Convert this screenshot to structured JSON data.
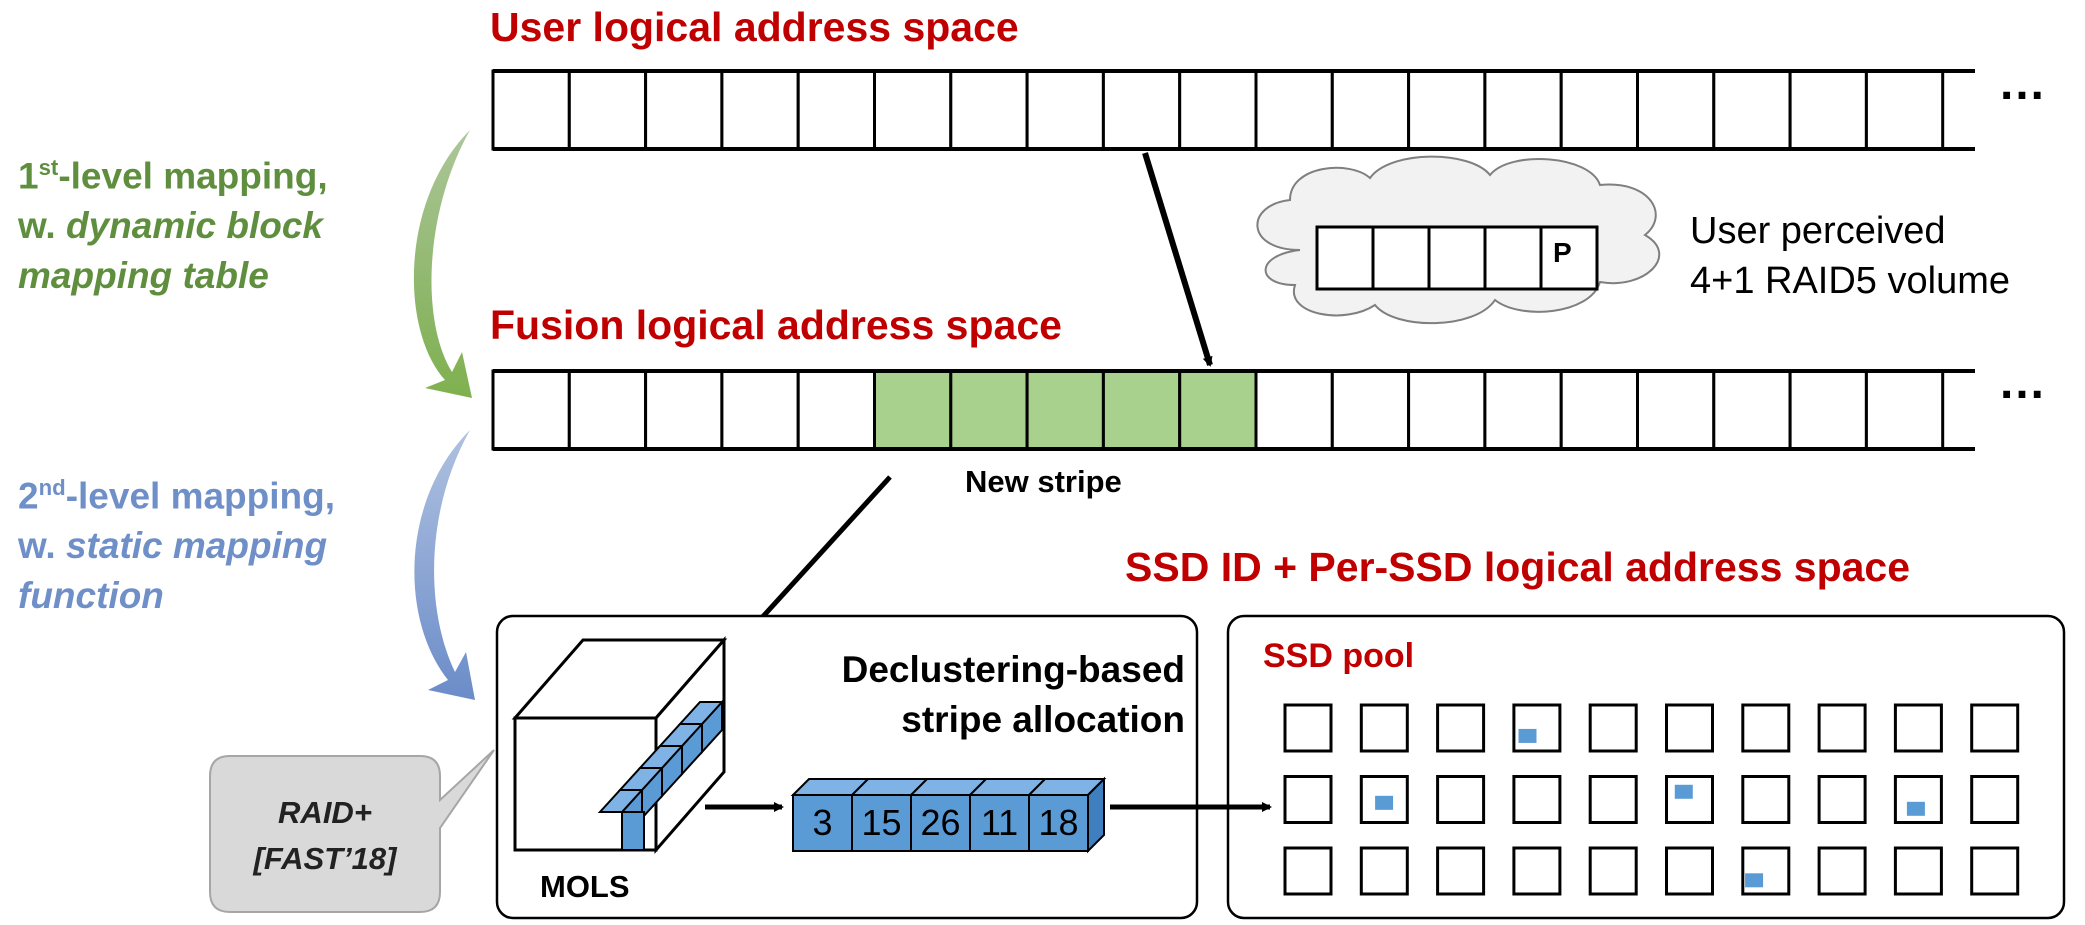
{
  "user_space": {
    "title": "User logical address space",
    "more": "…"
  },
  "fusion_space": {
    "title": "Fusion logical address space",
    "more": "…",
    "stripe_label": "New stripe"
  },
  "mapping1": {
    "prefix": "1",
    "sup": "st",
    "line1_rest": "-level mapping,",
    "line2_plain": "w. ",
    "line2_italic": "dynamic block",
    "line3": "mapping table",
    "color": "#6a9a47"
  },
  "mapping2": {
    "prefix": "2",
    "sup": "nd",
    "line1_rest": "-level mapping,",
    "line2_plain": "w. ",
    "line2_italic": "static mapping",
    "line3": "function",
    "color": "#6f8fc8"
  },
  "cloud": {
    "parity_label": "P",
    "caption_line1": "User perceived",
    "caption_line2": "4+1 RAID5 volume"
  },
  "ssd_header": "SSD ID + Per-SSD logical address space",
  "left_panel": {
    "title_line1": "Declustering-based",
    "title_line2": "stripe allocation",
    "cube_label": "MOLS"
  },
  "stripe_numbers": [
    "3",
    "15",
    "26",
    "11",
    "18"
  ],
  "callout": {
    "line1": "RAID+",
    "line2": "[FAST’18]"
  },
  "ssd_pool": {
    "title": "SSD pool",
    "rows": 3,
    "cols": 10
  },
  "colors": {
    "accent_red": "#c00000",
    "stripe_green": "#a9d18e",
    "block_blue": "#5b9bd5",
    "cloud_fill": "#f2f2f2",
    "callout_fill": "#d9d9d9"
  }
}
